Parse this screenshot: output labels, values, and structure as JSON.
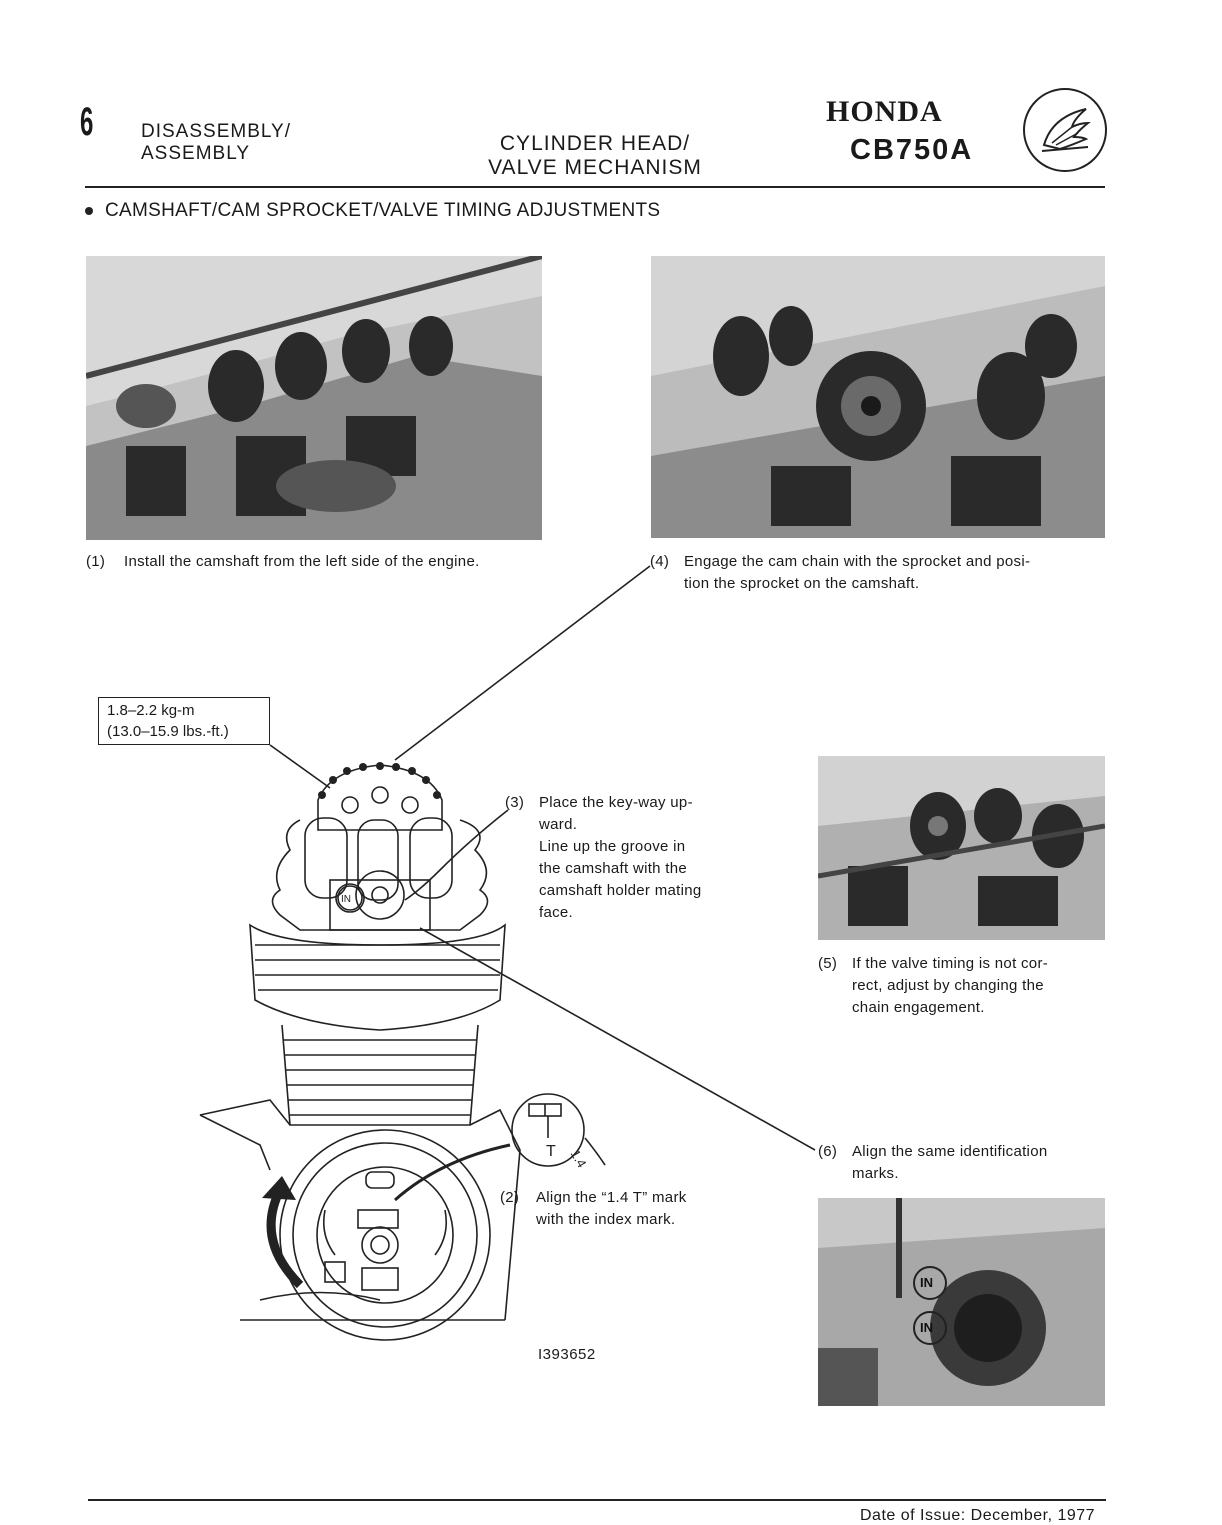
{
  "header": {
    "section_number": "6",
    "section_label_line1": "DISASSEMBLY/",
    "section_label_line2": "ASSEMBLY",
    "title_line1": "CYLINDER HEAD/",
    "title_line2": "VALVE MECHANISM",
    "brand": "HONDA",
    "model": "CB750A"
  },
  "section_title": "CAMSHAFT/CAM SPROCKET/VALVE TIMING ADJUSTMENTS",
  "steps": [
    {
      "number": "(1)",
      "text": "Install the camshaft from the left side of the engine."
    },
    {
      "number": "(2)",
      "lines": [
        "Align the “1.4 T” mark",
        "with the index mark."
      ]
    },
    {
      "number": "(3)",
      "lines": [
        "Place the key-way up-",
        "ward.",
        "Line up the groove in",
        "the camshaft with the",
        "camshaft holder mating",
        "face."
      ]
    },
    {
      "number": "(4)",
      "lines": [
        "Engage the cam chain with the sprocket and posi-",
        "tion the sprocket on the camshaft."
      ]
    },
    {
      "number": "(5)",
      "lines": [
        "If the valve timing is not cor-",
        "rect, adjust by changing the",
        "chain engagement."
      ]
    },
    {
      "number": "(6)",
      "lines": [
        "Align the same identification",
        "marks."
      ]
    }
  ],
  "torque_spec": {
    "line1": "1.8–2.2 kg-m",
    "line2": "(13.0–15.9 lbs.-ft.)"
  },
  "diagram_labels": {
    "index": "T",
    "mark": "1.4",
    "in_mark": "IN"
  },
  "part_number": "I393652",
  "footer": "Date of Issue: December, 1977"
}
